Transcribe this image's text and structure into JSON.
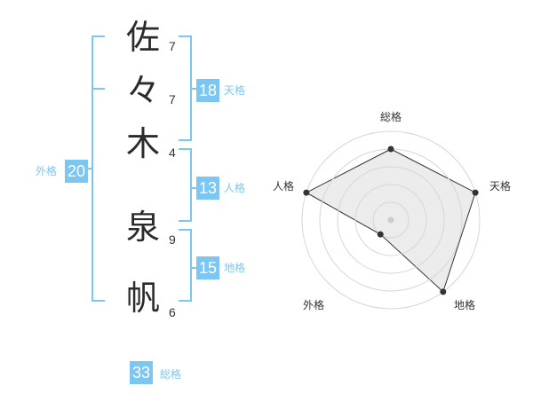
{
  "colors": {
    "accent": "#7cc6f2",
    "label_text": "#7cc6f2",
    "char_text": "#2b2b2b",
    "radar_fill": "#e6e6e6",
    "radar_grid": "#d6d6d6",
    "radar_line": "#333333"
  },
  "name": {
    "chars": [
      {
        "char": "佐",
        "strokes": "7"
      },
      {
        "char": "々",
        "strokes": "7"
      },
      {
        "char": "木",
        "strokes": "4"
      },
      {
        "char": "泉",
        "strokes": "9"
      },
      {
        "char": "帆",
        "strokes": "6"
      }
    ]
  },
  "fortune": {
    "tenkaku": {
      "value": "18",
      "label": "天格"
    },
    "jinkaku": {
      "value": "13",
      "label": "人格"
    },
    "chikaku": {
      "value": "15",
      "label": "地格"
    },
    "gaikaku": {
      "value": "20",
      "label": "外格"
    },
    "soukaku": {
      "value": "33",
      "label": "総格"
    }
  },
  "chart_data": {
    "type": "radar",
    "axes": [
      "総格",
      "天格",
      "地格",
      "外格",
      "人格"
    ],
    "values": [
      4,
      5,
      5,
      1,
      5
    ],
    "max": 5,
    "rings": 5
  }
}
